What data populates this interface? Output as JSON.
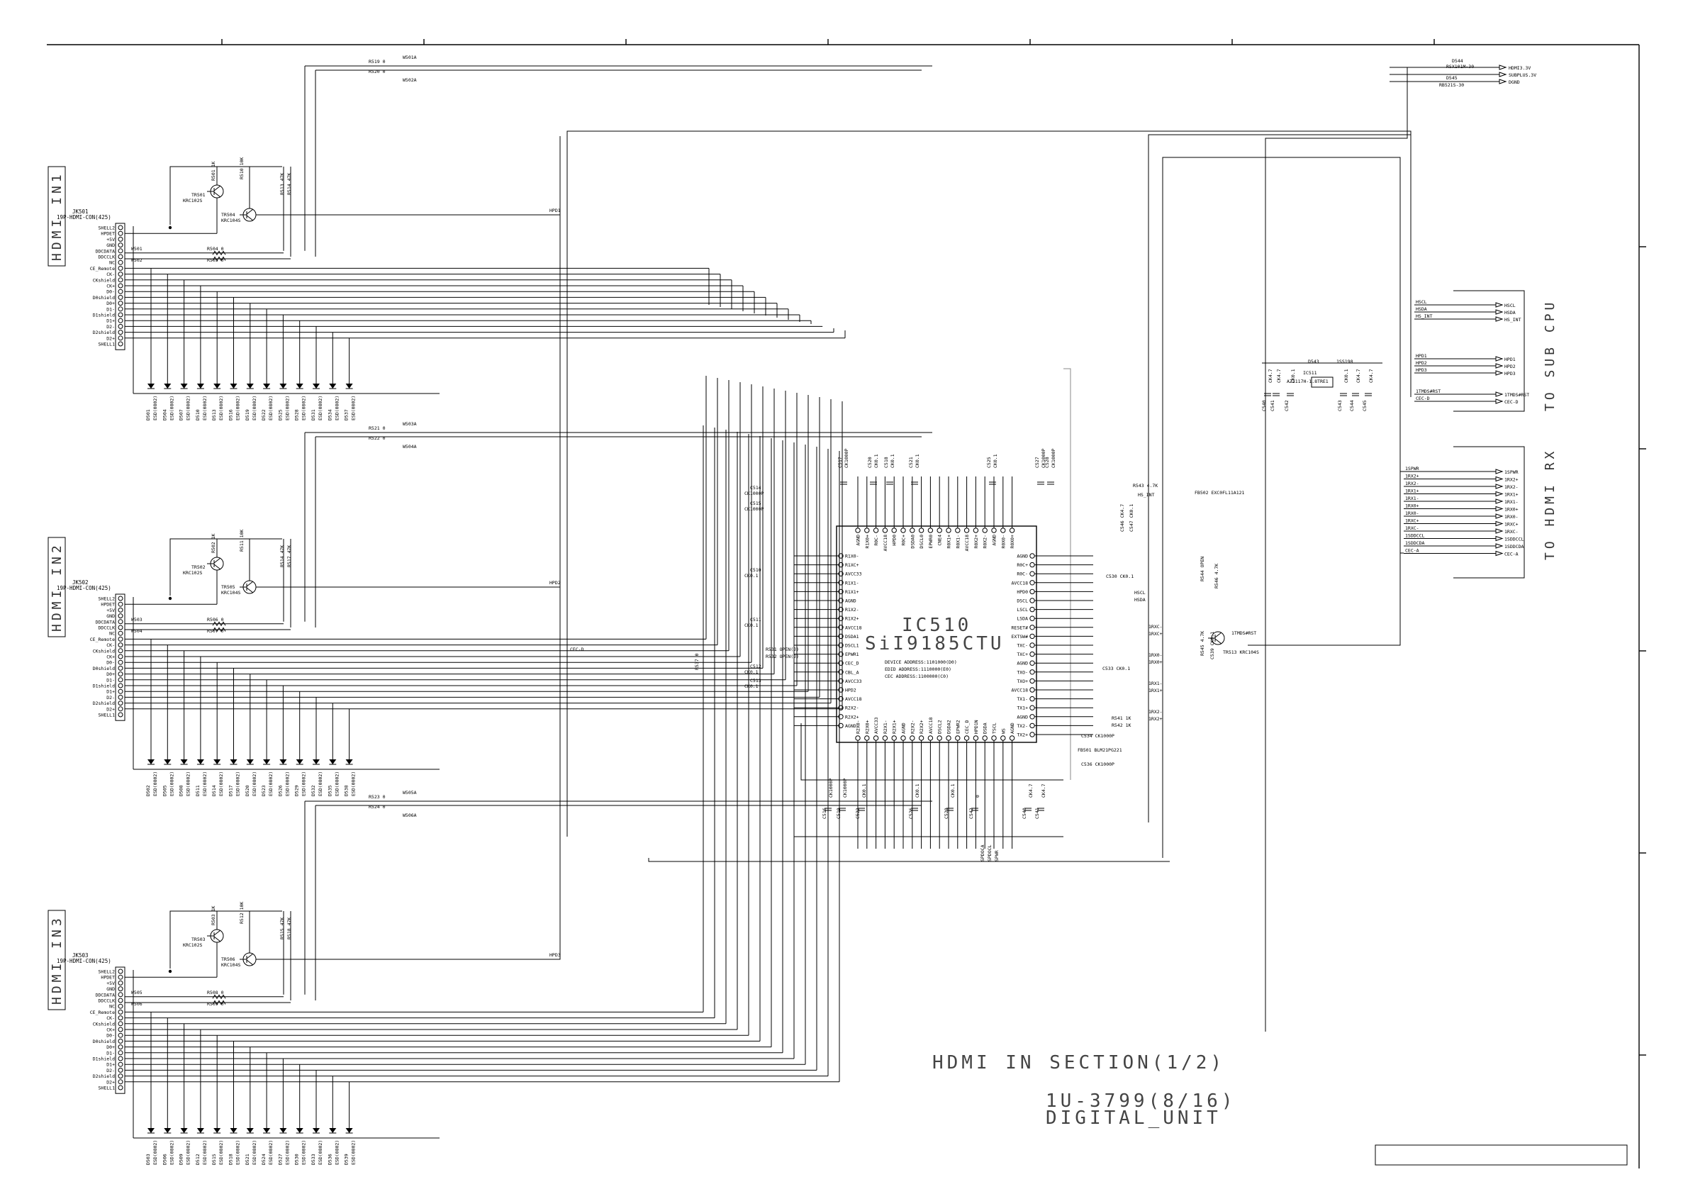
{
  "sheet": {
    "title": "HDMI IN SECTION(1/2)",
    "doc_number": "1U-3799(8/16)",
    "unit": "DIGITAL_UNIT"
  },
  "ic": {
    "ref": "IC510",
    "part": "SiI9185CTU",
    "addresses": [
      "DEVICE ADDRESS:1101000(D0)",
      "EDID ADDRESS:1110000(E0)",
      "CEC ADDRESS:1100000(C0)"
    ],
    "left_pins": [
      "R1X0-",
      "R1XC+",
      "AVCC33",
      "R1X1-",
      "R1X1+",
      "AGND",
      "R1X2-",
      "R1X2+",
      "AVCC18",
      "DSDA1",
      "DSCL1",
      "EPWR1",
      "CEC_D",
      "CBL_A",
      "AVCC33",
      "HPD2",
      "AVCC18",
      "R2X2-",
      "R2X2+",
      "AGND"
    ],
    "top_pins": [
      "AGND",
      "R1X0+",
      "R0C-",
      "AVCC18",
      "HPD0",
      "R0C+",
      "DSDA0",
      "DSCL0",
      "EPWR0",
      "CNE4",
      "R0X1+",
      "R0X1-",
      "AVCC18",
      "R0X2+",
      "R0X2-",
      "AGND",
      "R0X0-",
      "R0X0+"
    ],
    "right_pins": [
      "AGND",
      "R0C+",
      "R0C-",
      "AVCC18",
      "HPD0",
      "DSCL",
      "LSCL",
      "LSDA",
      "RESET#",
      "EXTSW#",
      "TXC-",
      "TXC+",
      "AGND",
      "TXO-",
      "TXO+",
      "AVCC18",
      "TX1-",
      "TX1+",
      "AGND",
      "TX2-",
      "TX2+"
    ],
    "bottom_pins": [
      "R2X0-",
      "R2X0+",
      "AVCC33",
      "R2X1-",
      "R2X1+",
      "AGND",
      "R2X2-",
      "R2X2+",
      "AVCC18",
      "DSCL2",
      "DSDA2",
      "EPWR2",
      "CEC_D",
      "HPD1N",
      "DSDA",
      "TSCL",
      "WS",
      "AGND"
    ]
  },
  "connectors": [
    {
      "side_label": "HDMI IN1",
      "ref": "JK501",
      "part": "19P-HDMI-CON(425)",
      "pins": [
        "SHELL2",
        "HPDET",
        "+5V",
        "GND",
        "DDCDATA",
        "DDCCLK",
        "NC",
        "CE_Remote",
        "CK-",
        "CKshield",
        "CK+",
        "D0-",
        "D0shield",
        "D0+",
        "D1-",
        "D1shield",
        "D1+",
        "D2-",
        "D2shield",
        "D2+",
        "SHELL1"
      ]
    },
    {
      "side_label": "HDMI IN2",
      "ref": "JK502",
      "part": "19P-HDMI-CON(425)",
      "pins": [
        "SHELL2",
        "HPDET",
        "+5V",
        "GND",
        "DDCDATA",
        "DDCCLK",
        "NC",
        "CE_Remote",
        "CK-",
        "CKshield",
        "CK+",
        "D0-",
        "D0shield",
        "D0+",
        "D1-",
        "D1shield",
        "D1+",
        "D2-",
        "D2shield",
        "D2+",
        "SHELL1"
      ]
    },
    {
      "side_label": "HDMI IN3",
      "ref": "JK503",
      "part": "19P-HDMI-CON(425)",
      "pins": [
        "SHELL2",
        "HPDET",
        "+5V",
        "GND",
        "DDCDATA",
        "DDCCLK",
        "NC",
        "CE_Remote",
        "CK-",
        "CKshield",
        "CK+",
        "D0-",
        "D0shield",
        "D0+",
        "D1-",
        "D1shield",
        "D1+",
        "D2-",
        "D2shield",
        "D2+",
        "SHELL1"
      ]
    }
  ],
  "groups": [
    {
      "transistors": [
        [
          "TR501",
          "KRC102S"
        ],
        [
          "TR504",
          "KRC104S"
        ]
      ],
      "resistors": [
        "R501 1K",
        "R510 10K",
        "R513 47K",
        "R514 47K"
      ],
      "series": [
        "R504 0",
        "R505 0"
      ],
      "bus": [
        "R519 0",
        "R520 0"
      ],
      "wires": [
        "W501A",
        "W502A"
      ],
      "ferrites": [
        "W501",
        "W502"
      ],
      "hpd": "HPD1",
      "diode_labels": [
        "D501",
        "D504",
        "D507",
        "D510",
        "D513",
        "D516",
        "D519",
        "D522",
        "D525",
        "D528",
        "D531",
        "D534",
        "D537"
      ],
      "diode_part": "ESD(0802)"
    },
    {
      "transistors": [
        [
          "TR502",
          "KRC102S"
        ],
        [
          "TR505",
          "KRC104S"
        ]
      ],
      "resistors": [
        "R502 1K",
        "R511 10K",
        "R514 47K",
        "R517 47K"
      ],
      "series": [
        "R506 0",
        "R507 0"
      ],
      "bus": [
        "R521 0",
        "R522 0"
      ],
      "wires": [
        "W503A",
        "W504A"
      ],
      "ferrites": [
        "W503",
        "W504"
      ],
      "hpd": "HPD2",
      "diode_labels": [
        "D502",
        "D505",
        "D508",
        "D511",
        "D514",
        "D517",
        "D520",
        "D523",
        "D526",
        "D529",
        "D532",
        "D535",
        "D538"
      ],
      "diode_part": "ESD(0802)"
    },
    {
      "transistors": [
        [
          "TR503",
          "KRC102S"
        ],
        [
          "TR506",
          "KRC104S"
        ]
      ],
      "resistors": [
        "R503 1K",
        "R512 10K",
        "R515 47K",
        "R518 47K"
      ],
      "series": [
        "R508 0",
        "R509 0"
      ],
      "bus": [
        "R523 0",
        "R524 0"
      ],
      "wires": [
        "W505A",
        "W506A"
      ],
      "ferrites": [
        "W505",
        "W506"
      ],
      "hpd": "HPD3",
      "diode_labels": [
        "D503",
        "D506",
        "D509",
        "D512",
        "D515",
        "D518",
        "D521",
        "D524",
        "D527",
        "D530",
        "D533",
        "D536",
        "D539"
      ],
      "diode_part": "ESD(0802)"
    }
  ],
  "caps_top": [
    "C517 CK1000P",
    "C520 CK0.1",
    "C518 CK0.1",
    "C521 CK0.1",
    "C525 CK0.1",
    "C527 CK1000P",
    "C528 CK1000P"
  ],
  "caps_left": [
    "C514 CK1000P",
    "C515 CK1000P",
    "C510 CK0.1",
    "C511 CK0.1",
    "C512 CK0.1",
    "C513 CK0.1"
  ],
  "caps_bottom": [
    "C516 CK1000P",
    "C519 CK1000P",
    "C522 CK0.1",
    "C526 CK0.1",
    "C529 CK0.1",
    "C542 0",
    "C540 CK4.7",
    "C541 CK4.7"
  ],
  "misc_labels": {
    "cec": "CEC-D",
    "r537": "R537 0",
    "r531": "R531 OPEN(J)",
    "r532": "R532 OPEN(J)",
    "r543": "R543 4.7K",
    "r541": "R541 1K",
    "r542": "R542 1K",
    "r544": "R544 OPEN",
    "r546": "R546 4.7K",
    "r545": "R545 4.7K",
    "fb502": "FB502 EXC0FL11A121",
    "fb501": "FB501 BLM21PG221",
    "c534": "C534 CK1000P",
    "c536": "C536 CK1000P",
    "c530": "C530 CK0.1",
    "c533": "C533 CK0.1",
    "c539": "C539 CK0.1",
    "c546": "C546 CK4.7",
    "c547": "C547 CK0.1",
    "tr513": "TR513 KRC104S",
    "tmds": "1TMDS#RST",
    "ic511": "IC511",
    "ic511_part": "AZ1117H-1.8TRE1",
    "d543": "D543",
    "d543_part": "1SS190",
    "d544": "D544",
    "d544_part": "RSX101M-30",
    "d545": "D545",
    "d545_part": "RB521S-30",
    "power_out": [
      "HDMI3.3V",
      "SUBPLUS.3V",
      "DGND"
    ],
    "reg_caps": [
      "C540 CK4.7",
      "C541 CK4.7",
      "C542 CK0.1",
      "C543 CK0.1",
      "C544 CK4.7",
      "C545 CK4.7"
    ],
    "hs_int": "HS_INT",
    "hscl": "HSCL",
    "hsda": "HSDA",
    "tx_labels": [
      "1RXC-",
      "1RXC+",
      "1RX0-",
      "1RX0+",
      "1RX1-",
      "1RX1+",
      "1RX2-",
      "1RX2+"
    ],
    "spdif": [
      "SPDOCA",
      "SPDOCL",
      "SPWR"
    ]
  },
  "sub_cpu": {
    "label": "TO SUB CPU",
    "lines": [
      "HSCL",
      "HSDA",
      "HS_INT",
      "HPD1",
      "HPD2",
      "HPD3",
      "1TMDS#RST",
      "CEC-D"
    ]
  },
  "hdmi_rx": {
    "label": "TO HDMI RX",
    "lines": [
      "1SPWR",
      "1RX2+",
      "1RX2-",
      "1RX1+",
      "1RX1-",
      "1RX0+",
      "1RX0-",
      "1RXC+",
      "1RXC-",
      "1SDDCCL",
      "1SDDCDA",
      "CEC-A"
    ]
  }
}
